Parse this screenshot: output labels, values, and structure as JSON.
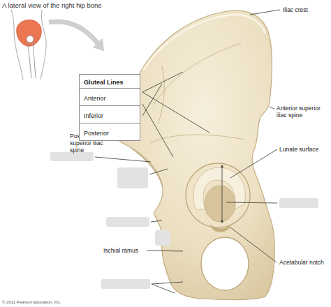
{
  "diagram": {
    "title": "A lateral view of the right hip bone",
    "nodes": [
      {
        "text": [
          "Gluteal Lines"
        ]
      },
      {
        "text": [
          "Anterior"
        ],
        "in": 0
      },
      {
        "text": [
          "Inferior"
        ],
        "in": 0
      },
      {
        "text": [
          "Posterior"
        ],
        "in": 0
      }
    ],
    "labels": [
      "Iliac crest",
      "Anterior superior iliac spine",
      "Posterior superior iliac spine",
      "Lunate surface",
      "Ischial ramus",
      "Acetabular notch",
      "© 2011 Pearson Education, Inc."
    ]
  }
}
